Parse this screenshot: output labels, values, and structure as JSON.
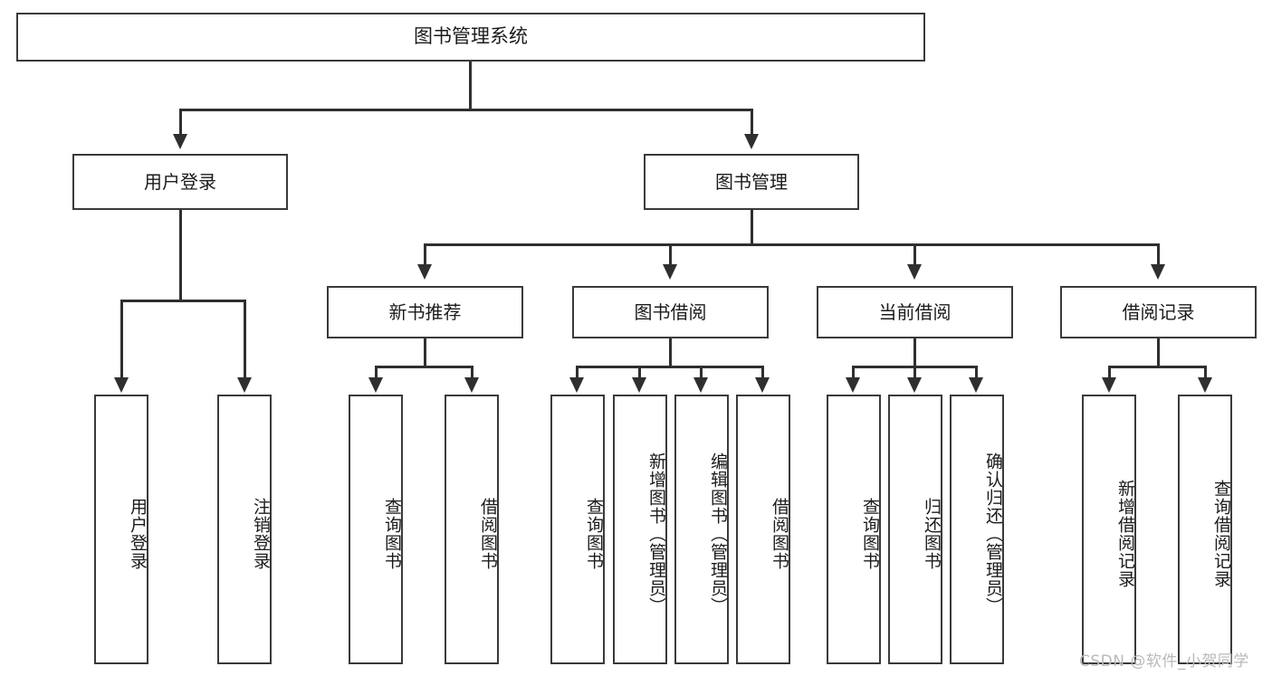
{
  "diagram": {
    "title": "图书管理系统",
    "type": "tree",
    "root": {
      "id": "root",
      "label": "图书管理系统"
    },
    "level2": [
      {
        "id": "user-login",
        "label": "用户登录"
      },
      {
        "id": "book-manage",
        "label": "图书管理"
      }
    ],
    "level3": [
      {
        "id": "new-book-recommend",
        "label": "新书推荐",
        "parent": "book-manage"
      },
      {
        "id": "book-borrow",
        "label": "图书借阅",
        "parent": "book-manage"
      },
      {
        "id": "current-borrow",
        "label": "当前借阅",
        "parent": "book-manage"
      },
      {
        "id": "borrow-record",
        "label": "借阅记录",
        "parent": "book-manage"
      }
    ],
    "leaves": [
      {
        "id": "leaf-user-login",
        "label": "用户登录",
        "parent": "user-login"
      },
      {
        "id": "leaf-logout-login",
        "label": "注销登录",
        "parent": "user-login"
      },
      {
        "id": "leaf-query-book-1",
        "label": "查询图书",
        "parent": "new-book-recommend"
      },
      {
        "id": "leaf-borrow-book-1",
        "label": "借阅图书",
        "parent": "new-book-recommend"
      },
      {
        "id": "leaf-query-book-2",
        "label": "查询图书",
        "parent": "book-borrow"
      },
      {
        "id": "leaf-add-book",
        "label": "新增图书（管理员）",
        "parent": "book-borrow"
      },
      {
        "id": "leaf-edit-book",
        "label": "编辑图书（管理员）",
        "parent": "book-borrow"
      },
      {
        "id": "leaf-borrow-book-2",
        "label": "借阅图书",
        "parent": "book-borrow"
      },
      {
        "id": "leaf-query-book-3",
        "label": "查询图书",
        "parent": "current-borrow"
      },
      {
        "id": "leaf-return-book",
        "label": "归还图书",
        "parent": "current-borrow"
      },
      {
        "id": "leaf-confirm-return",
        "label": "确认归还（管理员）",
        "parent": "current-borrow"
      },
      {
        "id": "leaf-add-record",
        "label": "新增借阅记录",
        "parent": "borrow-record"
      },
      {
        "id": "leaf-query-record",
        "label": "查询借阅记录",
        "parent": "borrow-record"
      }
    ]
  },
  "watermark": {
    "text": "CSDN @软件_小贺同学"
  },
  "colors": {
    "box_border": "#3a3a3a",
    "connector": "#2f2f2f",
    "text": "#1b1b1b",
    "background": "#ffffff",
    "watermark": "#b9b9b9"
  }
}
